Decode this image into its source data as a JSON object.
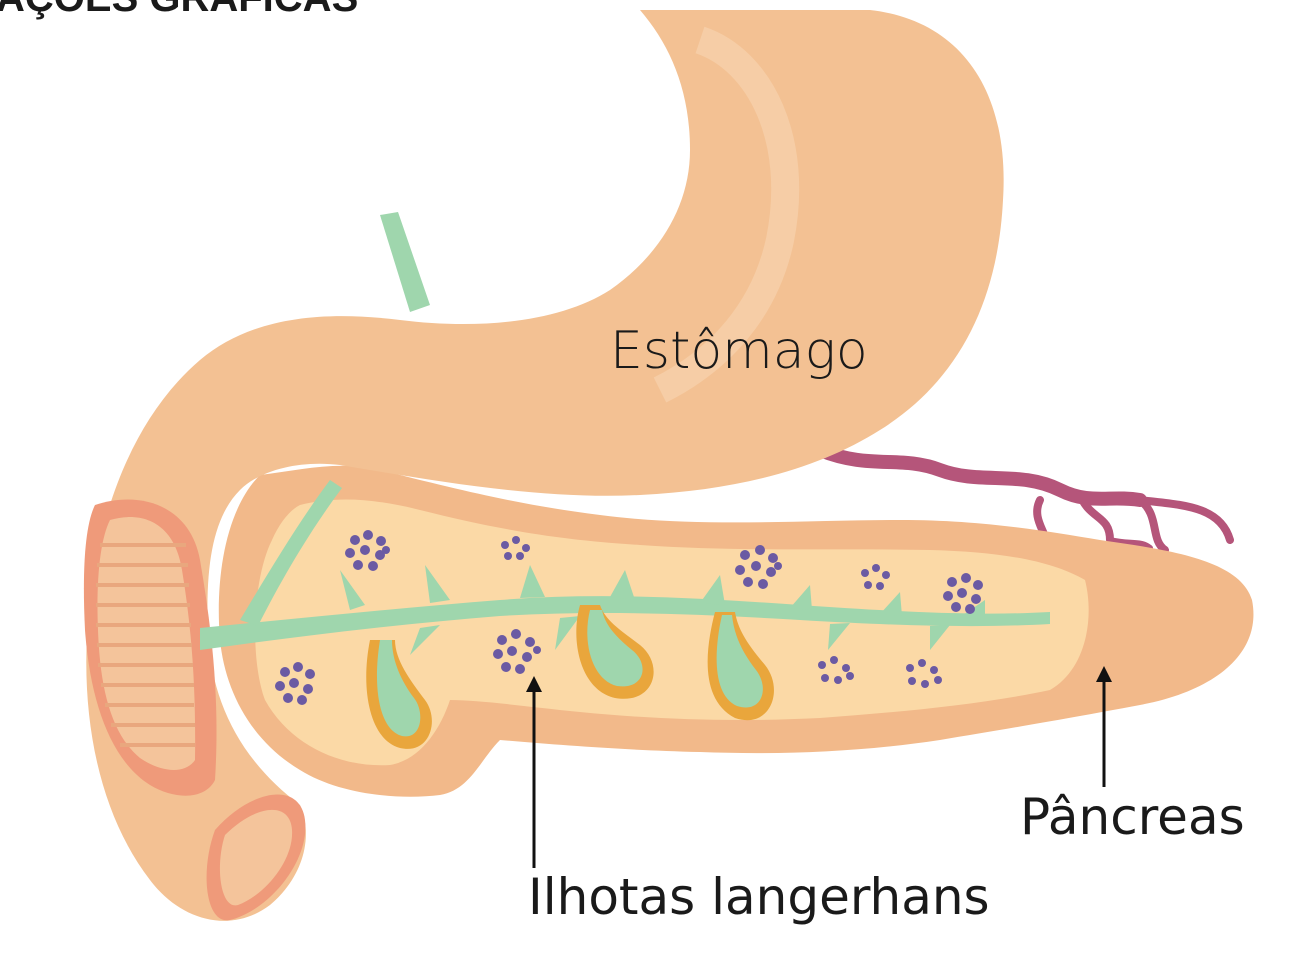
{
  "page": {
    "title": "AÇÕES GRÁFICAS"
  },
  "labels": {
    "stomach": "Estômago",
    "pancreas": "Pâncreas",
    "islets": "Ilhotas langerhans"
  },
  "colors": {
    "stomach": "#f3c193",
    "duodenum_wall": "#ef9a7a",
    "pancreas": "#f2b98a",
    "pancreas_inner": "#fbd9a6",
    "duct": "#9fd6ad",
    "vessel": "#b5557a",
    "islet": "#6b5aa3",
    "acinus": "#e9a63c"
  }
}
